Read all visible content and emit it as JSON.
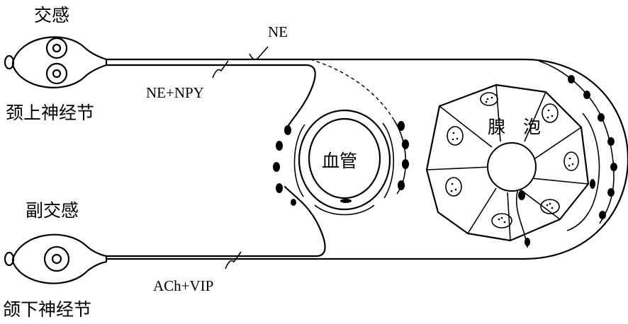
{
  "labels": {
    "sympathetic": "交感",
    "superior_cervical_ganglion": "颈上神经节",
    "parasympathetic": "副交感",
    "submandibular_ganglion": "颌下神经节",
    "ne": "NE",
    "ne_npy": "NE+NPY",
    "ach_vip": "ACh+VIP",
    "blood_vessel": "血管",
    "acinus_1": "腺",
    "acinus_2": "泡"
  }
}
